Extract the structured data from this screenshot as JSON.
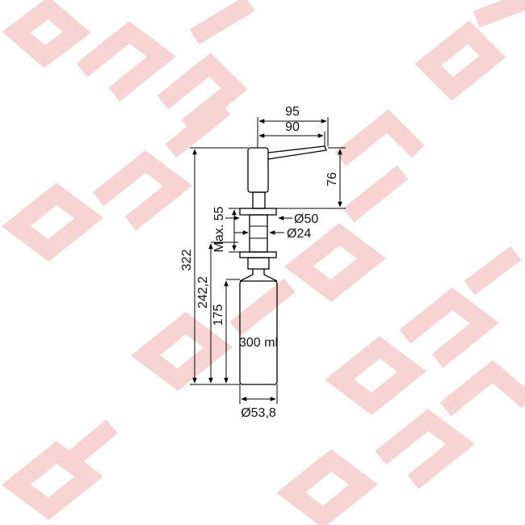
{
  "watermark": {
    "text": "caisis",
    "color": "#f7d3d1"
  },
  "drawing": {
    "product": "soap dispenser",
    "capacity_label": "300 ml",
    "dimensions": {
      "total_height": "322",
      "height_to_lower_flange": "242,2",
      "bottle_height": "175",
      "max_mount": "Max. 55",
      "spout_reach_outer": "95",
      "spout_reach_inner": "90",
      "spout_height": "76",
      "flange_diameter": "Ø50",
      "shank_diameter": "Ø24",
      "bottle_diameter": "Ø53,8"
    }
  }
}
